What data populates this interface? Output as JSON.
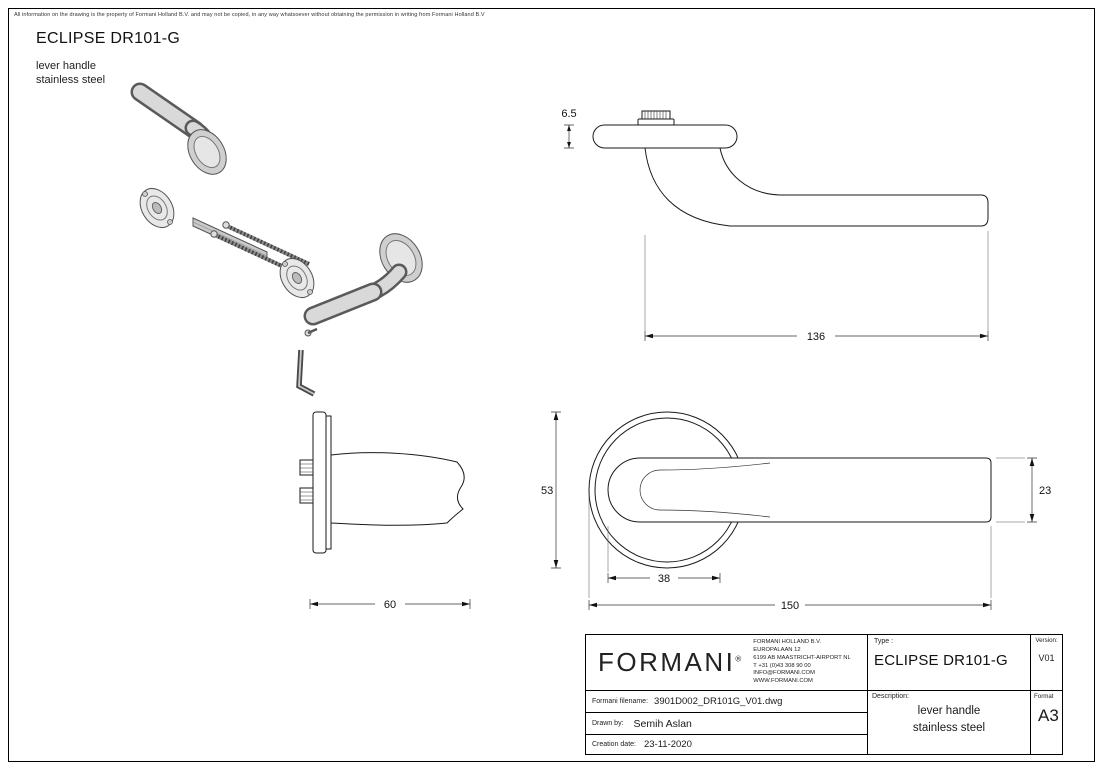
{
  "page": {
    "disclaimer": "All information on the drawing is the property of Formani Holland B.V. and may not be copied, in any way whatsoever without obtaining the permission in writing from Formani Holland B.V",
    "title": "ECLIPSE DR101-G",
    "subtitle1": "lever handle",
    "subtitle2": "stainless steel"
  },
  "dimensions": {
    "rose_thickness": "6.5",
    "lever_length": "136",
    "profile_depth": "60",
    "rose_diameter": "53",
    "lever_height": "23",
    "neck_width": "38",
    "overall_length": "150"
  },
  "title_block": {
    "logo": "FORMANI",
    "registered": "®",
    "address": [
      "FORMANI HOLLAND B.V.",
      "EUROPALAAN 12",
      "6199 AB MAASTRICHT-AIRPORT NL",
      "T +31 (0)43 308 90 00",
      "INFO@FORMANI.COM",
      "WWW.FORMANI.COM"
    ],
    "type_label": "Type :",
    "type_value": "ECLIPSE DR101-G",
    "version_label": "Version:",
    "version_value": "V01",
    "filename_label": "Formani filename:",
    "filename_value": "3901D002_DR101G_V01.dwg",
    "drawn_by_label": "Drawn by:",
    "drawn_by_value": "Semih Aslan",
    "date_label": "Creation date:",
    "date_value": "23-11-2020",
    "description_label": "Description:",
    "description_line1": "lever handle",
    "description_line2": "stainless steel",
    "format_label": "Format",
    "format_value": "A3"
  }
}
